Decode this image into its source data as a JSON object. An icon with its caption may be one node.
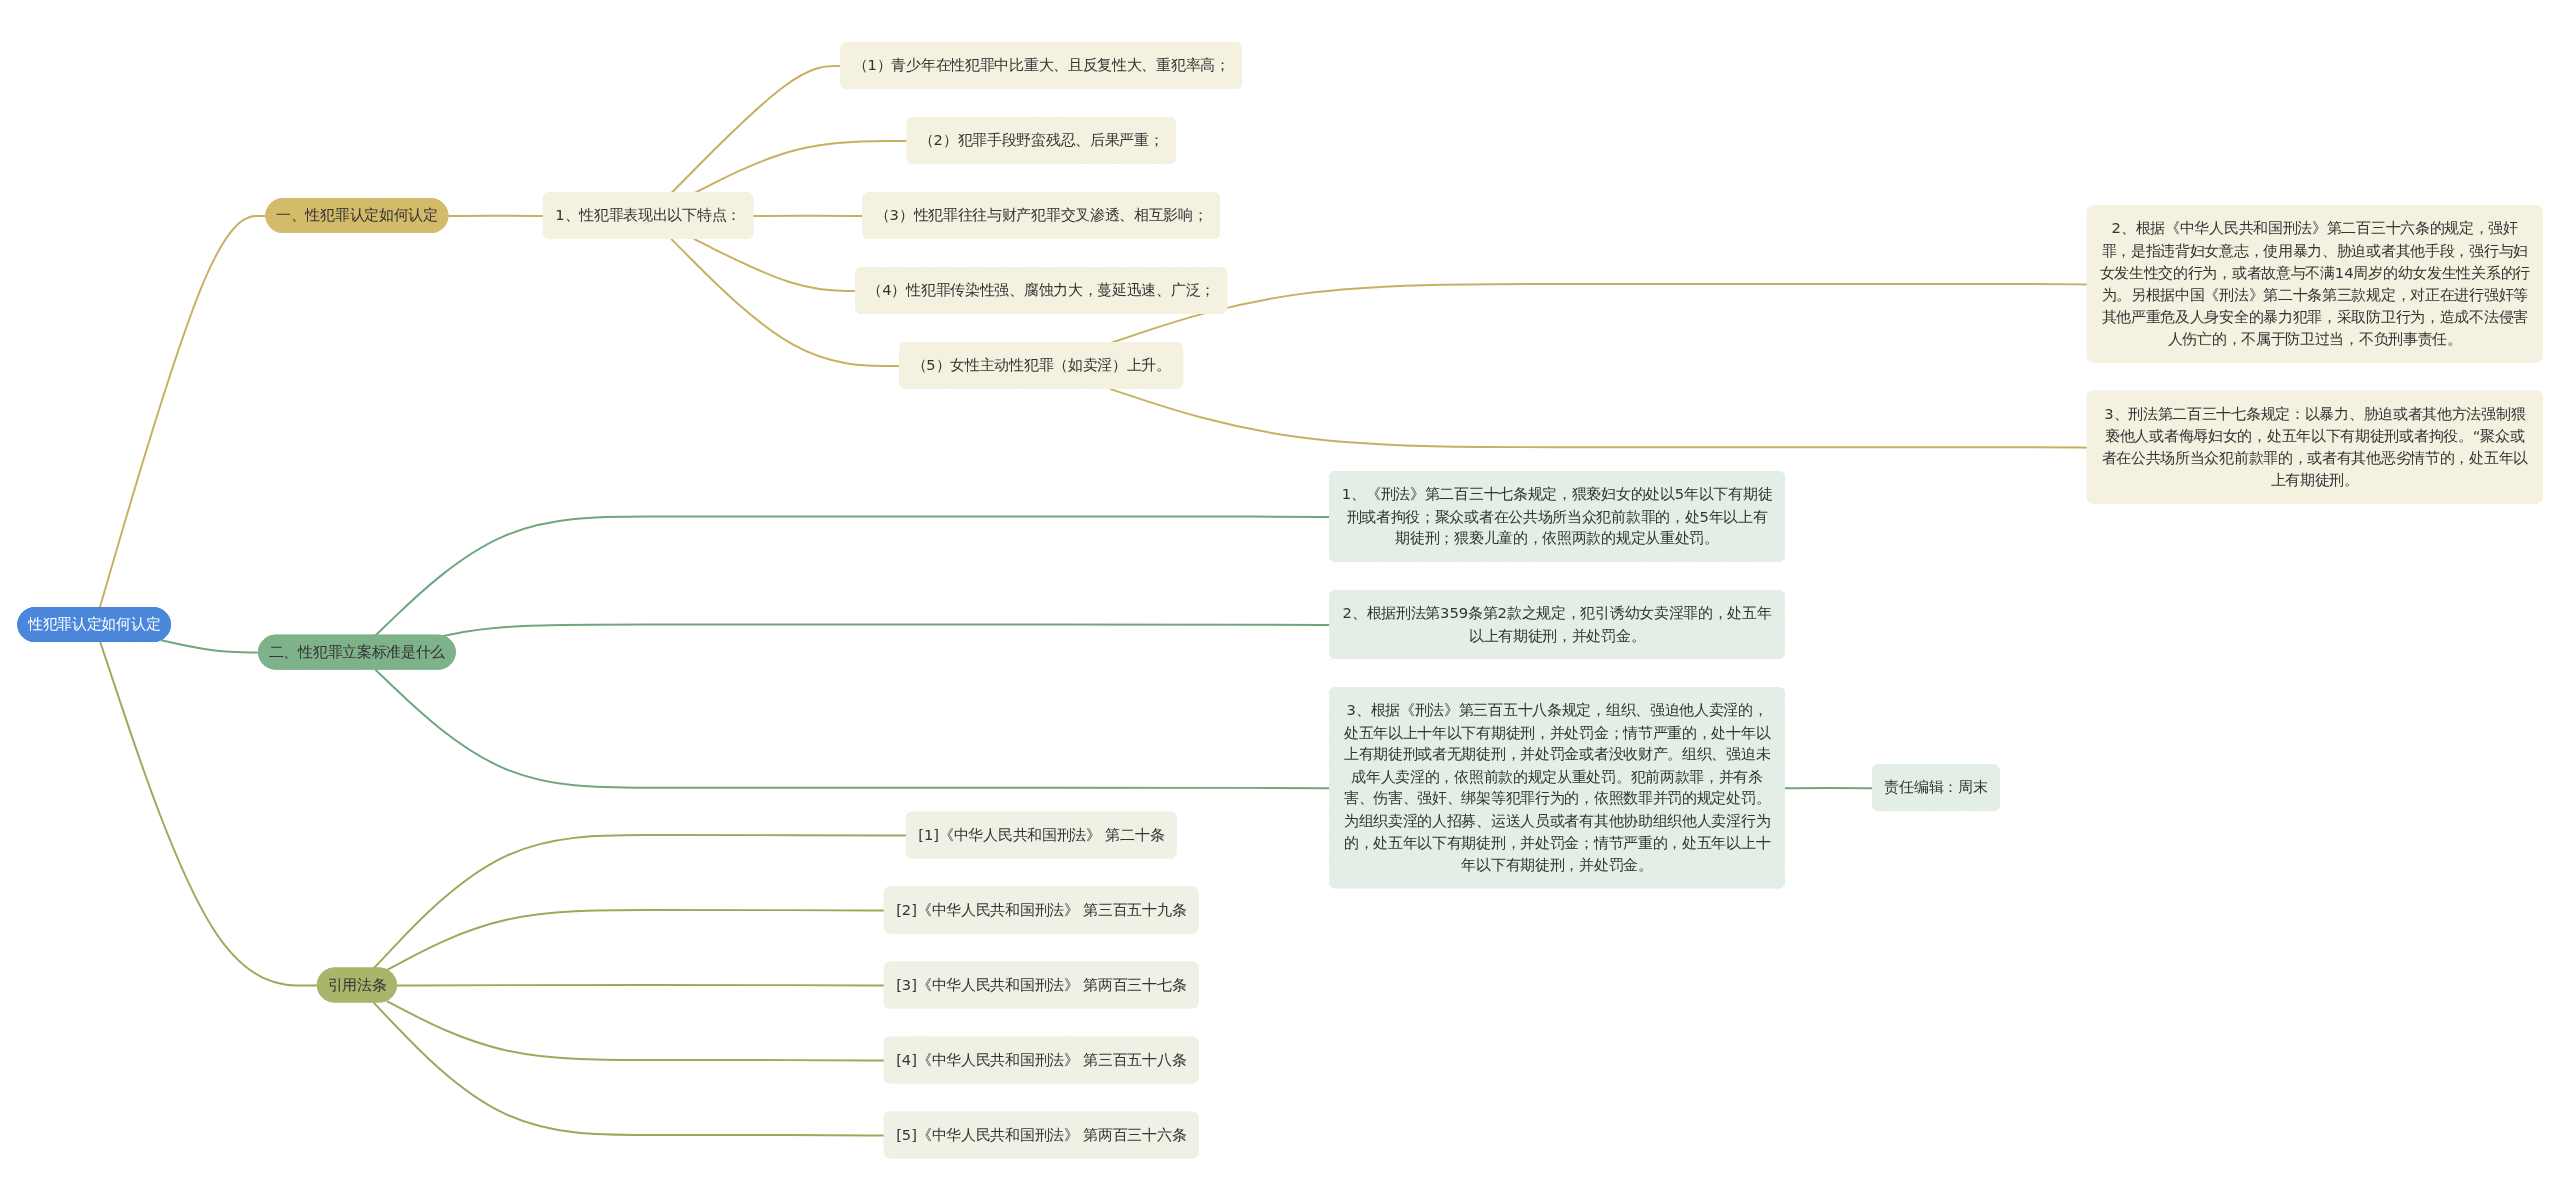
{
  "diagram": {
    "nodes": [
      {
        "text": [
          "性犯罪认定如何认定"
        ]
      },
      {
        "text": [
          "一、性犯罪认定如何认定"
        ]
      },
      {
        "text": [
          "1、性犯罪表现出以下特点："
        ]
      },
      {
        "text": [
          "（1）青少年在性犯罪中比重大、且反复性大、重犯率高；"
        ]
      },
      {
        "text": [
          "（2）犯罪手段野蛮残忍、后果严重；"
        ]
      },
      {
        "text": [
          "（3）性犯罪往往与财产犯罪交叉渗透、相互影响；"
        ]
      },
      {
        "text": [
          "（4）性犯罪传染性强、腐蚀力大，蔓延迅速、广泛；"
        ]
      },
      {
        "text": [
          "（5）女性主动性犯罪（如卖淫）上升。"
        ]
      },
      {
        "text": [
          "2、根据《中华人民共和国刑法》第二百三十六条的规定，强奸罪，是指违背妇女意志，使用暴力、胁迫或者其他手段，强行与妇女发生性交的行为，或者故意与不满14周岁的幼女发生性关系的行为。另根据中国《刑法》第二十条第三款规定，对正在进行强奸等其他严重危及人身安全的暴力犯罪，采取防卫行为，造成不法侵害人伤亡的，不属于防卫过当，不负刑事责任。"
        ]
      },
      {
        "text": [
          "3、刑法第二百三十七条规定：以暴力、胁迫或者其他方法强制猥亵他人或者侮辱妇女的，处五年以下有期徒刑或者拘役。“聚众或者在公共场所当众犯前款罪的，或者有其他恶劣情节的，处五年以上有期徒刑。"
        ]
      },
      {
        "text": [
          "二、性犯罪立案标准是什么"
        ]
      },
      {
        "text": [
          "1、《刑法》第二百三十七条规定，猥亵妇女的处以5年以下有期徒刑或者拘役；聚众或者在公共场所当众犯前款罪的，处5年以上有期徒刑；猥亵儿童的，依照两款的规定从重处罚。"
        ]
      },
      {
        "text": [
          "2、根据刑法第359条第2款之规定，犯引诱幼女卖淫罪的，处五年以上有期徒刑，并处罚金。"
        ]
      },
      {
        "text": [
          "3、根据《刑法》第三百五十八条规定，组织、强迫他人卖淫的，处五年以上十年以下有期徒刑，并处罚金；情节严重的，处十年以上有期徒刑或者无期徒刑，并处罚金或者没收财产。组织、强迫未成年人卖淫的，依照前款的规定从重处罚。犯前两款罪，并有杀害、伤害、强奸、绑架等犯罪行为的，依照数罪并罚的规定处罚。为组织卖淫的人招募、运送人员或者有其他协助组织他人卖淫行为的，处五年以下有期徒刑，并处罚金；情节严重的，处五年以上十年以下有期徒刑，并处罚金。"
        ]
      },
      {
        "text": [
          "责任编辑：周末"
        ]
      },
      {
        "text": [
          "引用法条"
        ]
      },
      {
        "text": [
          "[1]《中华人民共和国刑法》 第二十条"
        ]
      },
      {
        "text": [
          "[2]《中华人民共和国刑法》 第三百五十九条"
        ]
      },
      {
        "text": [
          "[3]《中华人民共和国刑法》 第两百三十七条"
        ]
      },
      {
        "text": [
          "[4]《中华人民共和国刑法》 第三百五十八条"
        ]
      },
      {
        "text": [
          "[5]《中华人民共和国刑法》 第两百三十六条"
        ]
      }
    ],
    "edges": [
      {
        "from": 0,
        "to": 1,
        "arrow": "none"
      },
      {
        "from": 1,
        "to": 2,
        "arrow": "none"
      },
      {
        "from": 2,
        "to": 3,
        "arrow": "none"
      },
      {
        "from": 2,
        "to": 4,
        "arrow": "none"
      },
      {
        "from": 2,
        "to": 5,
        "arrow": "none"
      },
      {
        "from": 2,
        "to": 6,
        "arrow": "none"
      },
      {
        "from": 2,
        "to": 7,
        "arrow": "none"
      },
      {
        "from": 7,
        "to": 8,
        "arrow": "none"
      },
      {
        "from": 7,
        "to": 9,
        "arrow": "none"
      },
      {
        "from": 0,
        "to": 10,
        "arrow": "none",
        "color": "#6fa57f"
      },
      {
        "from": 10,
        "to": 11,
        "arrow": "none",
        "color": "#6fa57f"
      },
      {
        "from": 10,
        "to": 12,
        "arrow": "none",
        "color": "#6fa57f"
      },
      {
        "from": 10,
        "to": 13,
        "arrow": "none",
        "color": "#6fa57f"
      },
      {
        "from": 13,
        "to": 14,
        "arrow": "none",
        "color": "#6fa57f"
      },
      {
        "from": 0,
        "to": 15,
        "arrow": "none",
        "color": "#9aaa5a"
      },
      {
        "from": 15,
        "to": 16,
        "arrow": "none",
        "color": "#9aaa5a"
      },
      {
        "from": 15,
        "to": 17,
        "arrow": "none",
        "color": "#9aaa5a"
      },
      {
        "from": 15,
        "to": 18,
        "arrow": "none",
        "color": "#9aaa5a"
      },
      {
        "from": 15,
        "to": 19,
        "arrow": "none",
        "color": "#9aaa5a"
      },
      {
        "from": 15,
        "to": 20,
        "arrow": "none",
        "color": "#9aaa5a"
      }
    ]
  }
}
